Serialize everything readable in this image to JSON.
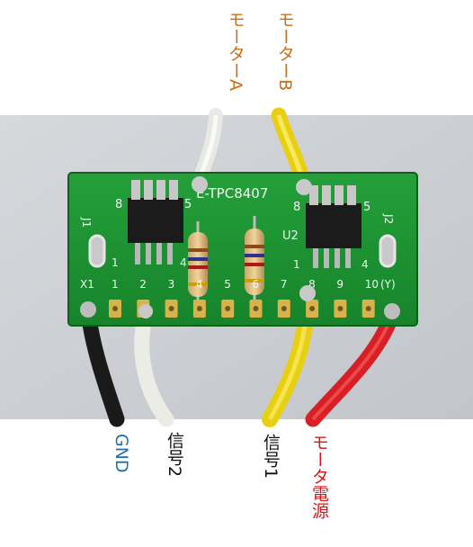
{
  "labels": {
    "motor_a": "モーターA",
    "motor_b": "モーターB",
    "gnd": "GND",
    "signal2": "信号2",
    "signal1": "信号1",
    "motor_power": "モータ電源"
  },
  "board": {
    "chip_label": "E-TPC8407",
    "u2": "U2",
    "j1": "J1",
    "j2": "J2",
    "x1": "X1",
    "y1": "(Y)",
    "pin_numbers": [
      "1",
      "2",
      "3",
      "4",
      "5",
      "6",
      "7",
      "8",
      "9",
      "10"
    ],
    "ic1_pin_left": "8",
    "ic1_pin_right": "5",
    "ic1_pin_bl": "1",
    "ic1_pin_br": "4",
    "ic2_pin_left": "8",
    "ic2_pin_right": "5",
    "ic2_pin_bl": "1",
    "ic2_pin_br": "4"
  },
  "colors": {
    "motor_label": "#c8701a",
    "gnd_label": "#1f6fa8",
    "signal_label": "#111111",
    "power_label": "#d61818",
    "pcb": "#1c8a2f"
  }
}
